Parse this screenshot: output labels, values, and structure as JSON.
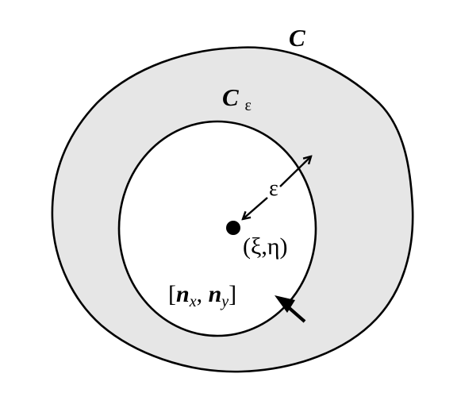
{
  "labels": {
    "outer_curve": "C",
    "inner_curve_main": "C",
    "inner_curve_sub": "ε",
    "radius": "ε",
    "point": "(ξ,η)",
    "normal_open": "[",
    "normal_nx": "n",
    "normal_nx_sub": "x",
    "normal_sep": ", ",
    "normal_ny": "n",
    "normal_ny_sub": "y",
    "normal_close": "]"
  },
  "colors": {
    "annulus_fill": "#e6e6e6",
    "inner_fill": "#ffffff",
    "stroke": "#000000"
  }
}
